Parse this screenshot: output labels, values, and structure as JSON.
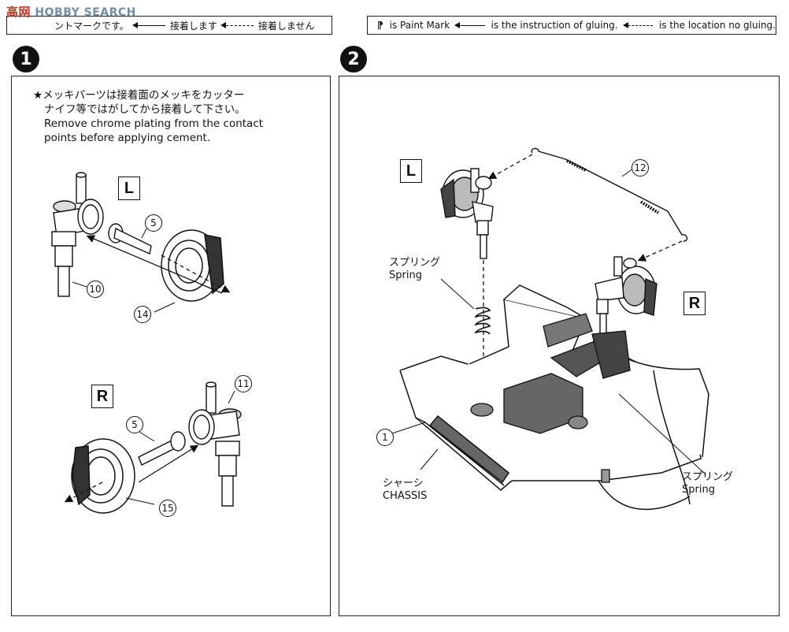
{
  "brand": {
    "name": "HOBBY SEARCH",
    "prefix": "高",
    "suffix": "网"
  },
  "legend_jp": {
    "paint": "ントマークです。",
    "glue": "接着します",
    "no_glue": "接着しません"
  },
  "legend_en": {
    "paint": "is Paint Mark",
    "glue": "is the instruction of gluing.",
    "no_glue": "is the location no gluing."
  },
  "steps": [
    {
      "number": "1"
    },
    {
      "number": "2"
    }
  ],
  "step1": {
    "note_jp_1": "★メッキパーツは接着面のメッキをカッター",
    "note_jp_2": "ナイフ等ではがしてから接着して下さい。",
    "note_en_1": "Remove chrome plating from the contact",
    "note_en_2": "points before applying cement.",
    "left_label": "L",
    "right_label": "R",
    "parts": {
      "p5a": "5",
      "p10": "10",
      "p14": "14",
      "p5b": "5",
      "p11": "11",
      "p15": "15"
    }
  },
  "step2": {
    "left_label": "L",
    "right_label": "R",
    "parts": {
      "p12": "12",
      "p1": "1"
    },
    "spring_jp": "スプリング",
    "spring_en": "Spring",
    "chassis_jp": "シャーシ",
    "chassis_en": "CHASSIS"
  },
  "colors": {
    "ink": "#111111",
    "brand": "#6f8fb0",
    "brand_accent": "#d03020",
    "shade": "#555555"
  }
}
